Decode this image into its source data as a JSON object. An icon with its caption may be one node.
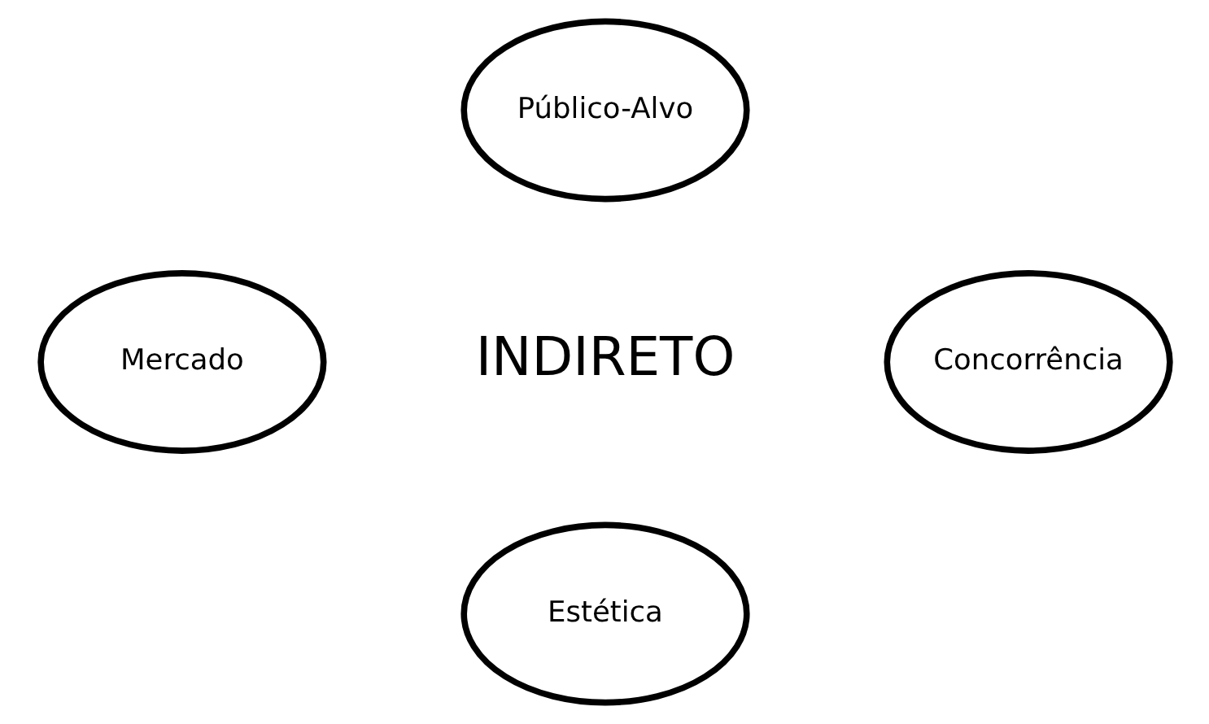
{
  "diagram": {
    "nodes": [
      {
        "text": [
          "Público-Alvo"
        ]
      },
      {
        "text": [
          "Mercado"
        ]
      },
      {
        "text": [
          "Concorrência"
        ]
      },
      {
        "text": [
          "Estética"
        ]
      }
    ],
    "labels": [
      "INDIRETO"
    ]
  }
}
